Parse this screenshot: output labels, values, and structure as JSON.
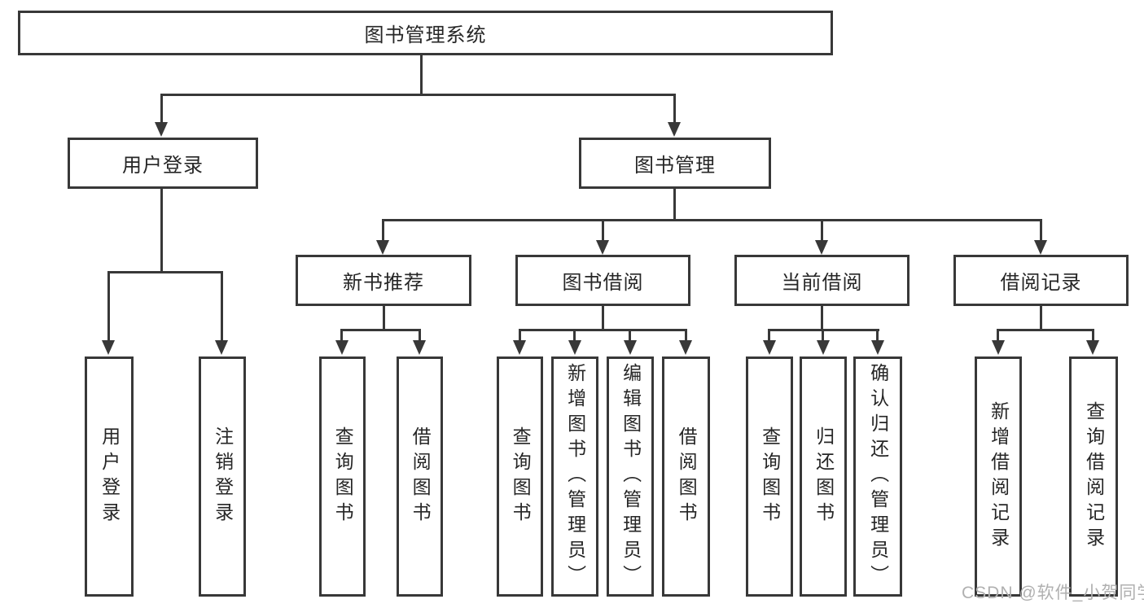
{
  "title": "图书管理系统",
  "watermark": "CSDN @软件_小贺同学",
  "nodes": {
    "root": "图书管理系统",
    "user_login": "用户登录",
    "book_mgmt": "图书管理",
    "new_books": "新书推荐",
    "book_borrow": "图书借阅",
    "current_borrow": "当前借阅",
    "borrow_records": "借阅记录",
    "user_login_leaf": "用户登录",
    "logout_leaf": "注销登录",
    "nb_query": "查询图书",
    "nb_borrow": "借阅图书",
    "bb_query": "查询图书",
    "bb_add": "新增图书（管理员）",
    "bb_edit": "编辑图书（管理员）",
    "bb_borrow": "借阅图书",
    "cb_query": "查询图书",
    "cb_return": "归还图书",
    "cb_confirm": "确认归还（管理员）",
    "br_add": "新增借阅记录",
    "br_query": "查询借阅记录"
  },
  "colors": {
    "line": "#383838",
    "text": "#262626",
    "watermark": "#b0b0b0",
    "background": "#ffffff"
  }
}
